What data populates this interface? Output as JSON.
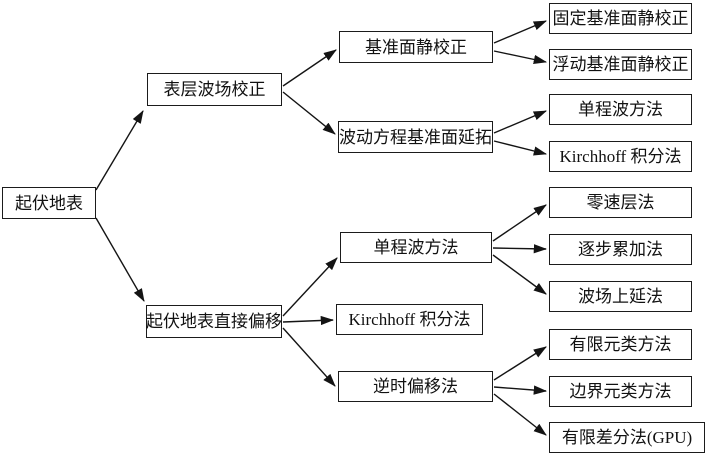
{
  "diagram": {
    "title_hint": "起伏地表地震处理方法分类",
    "colors": {
      "background": "#ffffff",
      "box_border": "#1b1b1b",
      "line": "#141414",
      "text": "#111111"
    },
    "nodes": [
      {
        "id": "root",
        "label": "起伏地表",
        "level": 1
      },
      {
        "id": "surf-corr",
        "label": "表层波场校正",
        "level": 2
      },
      {
        "id": "direct-mig",
        "label": "起伏地表直接偏移",
        "level": 2
      },
      {
        "id": "datum-static",
        "label": "基准面静校正",
        "level": 3
      },
      {
        "id": "wave-eq-datum",
        "label": "波动方程基准面延拓",
        "level": 3
      },
      {
        "id": "oneway-mid",
        "label": "单程波方法",
        "level": 3
      },
      {
        "id": "kirchhoff-mid",
        "label": "Kirchhoff 积分法",
        "level": 3
      },
      {
        "id": "rtm",
        "label": "逆时偏移法",
        "level": 3
      },
      {
        "id": "fixed-datum",
        "label": "固定基准面静校正",
        "level": 4
      },
      {
        "id": "float-datum",
        "label": "浮动基准面静校正",
        "level": 4
      },
      {
        "id": "oneway-leaf",
        "label": "单程波方法",
        "level": 4
      },
      {
        "id": "kirchhoff-leaf",
        "label": "Kirchhoff 积分法",
        "level": 4
      },
      {
        "id": "zero-vel",
        "label": "零速层法",
        "level": 4
      },
      {
        "id": "step-accum",
        "label": "逐步累加法",
        "level": 4
      },
      {
        "id": "wavefield-up",
        "label": "波场上延法",
        "level": 4
      },
      {
        "id": "fem",
        "label": "有限元类方法",
        "level": 4
      },
      {
        "id": "bem",
        "label": "边界元类方法",
        "level": 4
      },
      {
        "id": "fd-gpu",
        "label": "有限差分法(GPU)",
        "level": 4
      }
    ],
    "edges": [
      [
        "root",
        "surf-corr"
      ],
      [
        "root",
        "direct-mig"
      ],
      [
        "surf-corr",
        "datum-static"
      ],
      [
        "surf-corr",
        "wave-eq-datum"
      ],
      [
        "datum-static",
        "fixed-datum"
      ],
      [
        "datum-static",
        "float-datum"
      ],
      [
        "wave-eq-datum",
        "oneway-leaf"
      ],
      [
        "wave-eq-datum",
        "kirchhoff-leaf"
      ],
      [
        "direct-mig",
        "oneway-mid"
      ],
      [
        "direct-mig",
        "kirchhoff-mid"
      ],
      [
        "direct-mig",
        "rtm"
      ],
      [
        "oneway-mid",
        "zero-vel"
      ],
      [
        "oneway-mid",
        "step-accum"
      ],
      [
        "oneway-mid",
        "wavefield-up"
      ],
      [
        "rtm",
        "fem"
      ],
      [
        "rtm",
        "bem"
      ],
      [
        "rtm",
        "fd-gpu"
      ]
    ]
  }
}
